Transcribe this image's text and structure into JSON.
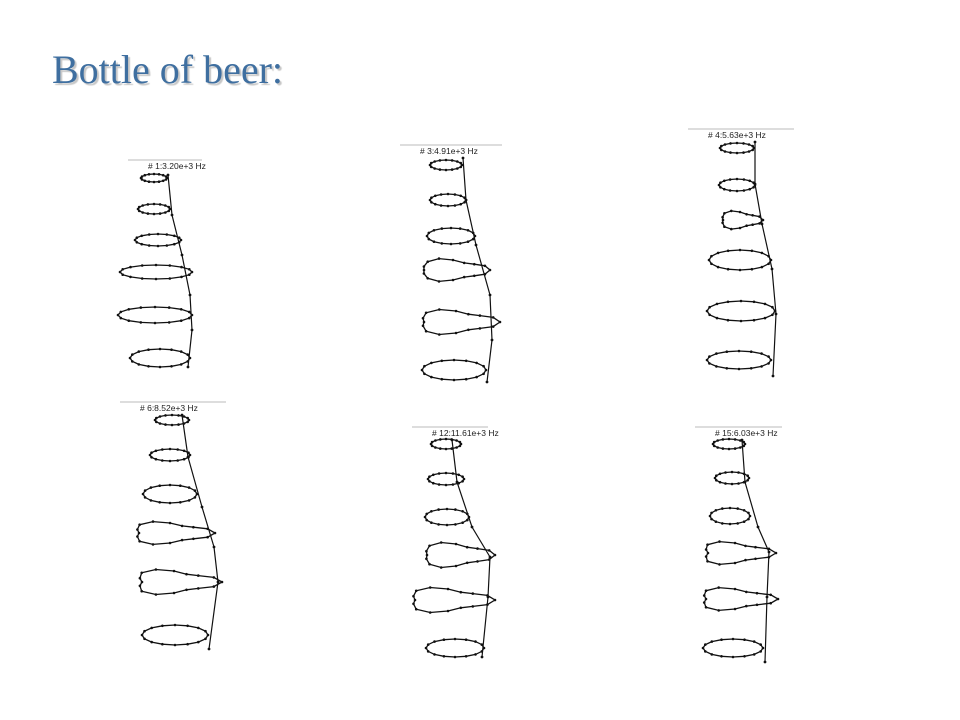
{
  "slide": {
    "title": "Bottle of beer:"
  },
  "mode_shapes": [
    {
      "label": "# 1:3.20e+3 Hz"
    },
    {
      "label": "# 3:4.91e+3 Hz"
    },
    {
      "label": "# 4:5.63e+3 Hz"
    },
    {
      "label": "# 6:8.52e+3 Hz"
    },
    {
      "label": "# 12:11.61e+3 Hz"
    },
    {
      "label": "# 15:6.03e+3 Hz"
    }
  ],
  "colors": {
    "title": "#3f6fa0",
    "wireframe": "#111111",
    "header_rule": "#bbbbbb"
  }
}
